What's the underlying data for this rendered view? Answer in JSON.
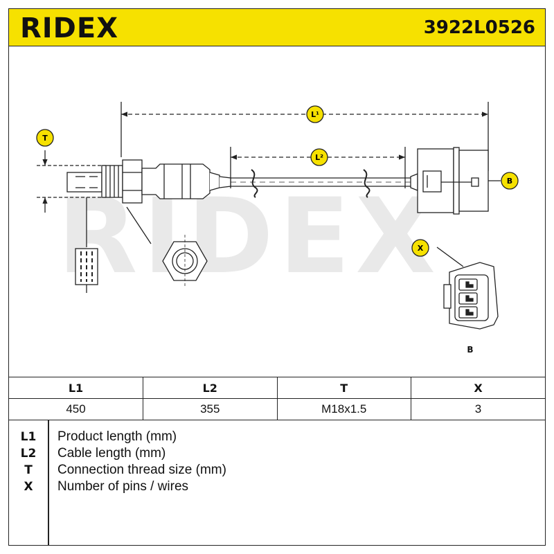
{
  "header": {
    "brand": "RIDEX",
    "part_number": "3922L0526"
  },
  "diagram": {
    "watermark": "RIDEX",
    "labels": {
      "l1": "L¹",
      "l2": "L²",
      "t": "T",
      "b": "B",
      "x": "X",
      "connector_caption": "B"
    },
    "colors": {
      "accent": "#f6e100",
      "line": "#222222",
      "watermark": "#e9e9e9"
    }
  },
  "specs": {
    "headers": [
      "L1",
      "L2",
      "T",
      "X"
    ],
    "values": [
      "450",
      "355",
      "M18x1.5",
      "3"
    ]
  },
  "legend": [
    {
      "key": "L1",
      "desc": "Product length (mm)"
    },
    {
      "key": "L2",
      "desc": "Cable length (mm)"
    },
    {
      "key": "T",
      "desc": "Connection thread size (mm)"
    },
    {
      "key": "X",
      "desc": "Number of pins / wires"
    }
  ]
}
